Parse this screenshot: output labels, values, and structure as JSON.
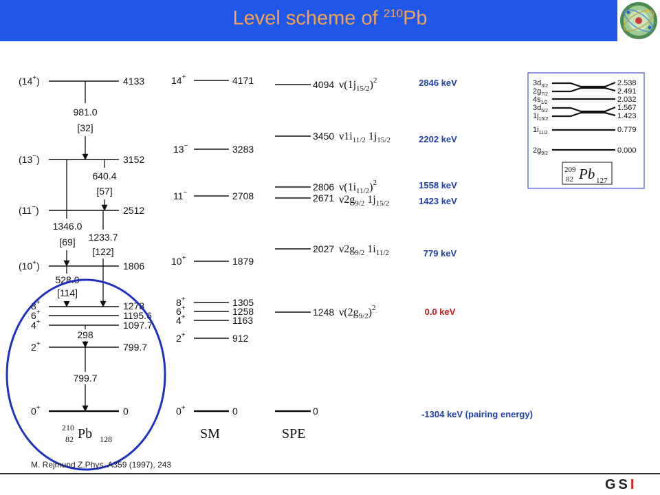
{
  "title": {
    "main": "Level scheme of ",
    "mass": "210",
    "element": "Pb"
  },
  "citation": "M. Rejmund Z.Phys. A359 (1997), 243",
  "colors": {
    "header": "#1f57e8",
    "title": "#f6a24f",
    "blue_energy": "#1d3fa8",
    "red_energy": "#c81515",
    "circle": "#1d2fc4"
  },
  "experiment": {
    "levels": [
      {
        "spin": "(14",
        "parity": "+",
        "close": ")",
        "energy": "4133"
      },
      {
        "spin": "(13",
        "parity": "−",
        "close": ")",
        "energy": "3152"
      },
      {
        "spin": "(11",
        "parity": "−",
        "close": ")",
        "energy": "2512"
      },
      {
        "spin": "(10",
        "parity": "+",
        "close": ")",
        "energy": "1806"
      },
      {
        "spin": "8",
        "parity": "+",
        "close": "",
        "energy": "1278"
      },
      {
        "spin": "6",
        "parity": "+",
        "close": "",
        "energy": "1195.6"
      },
      {
        "spin": "4",
        "parity": "+",
        "close": "",
        "energy": "1097.7"
      },
      {
        "spin": "2",
        "parity": "+",
        "close": "",
        "energy": "799.7"
      },
      {
        "spin": "0",
        "parity": "+",
        "close": "",
        "energy": "0"
      }
    ],
    "transitions": [
      {
        "energy": "981.0",
        "intensity": "[32]"
      },
      {
        "energy": "640.4",
        "intensity": "[57]"
      },
      {
        "energy": "1346.0",
        "intensity": "[69]"
      },
      {
        "energy": "1233.7",
        "intensity": "[122]"
      },
      {
        "energy": "528.0",
        "intensity": "[114]"
      },
      {
        "energy": "298",
        "intensity": ""
      },
      {
        "energy": "799.7",
        "intensity": ""
      }
    ],
    "nucleus": {
      "mass": "210",
      "z": "82",
      "element": "Pb",
      "n": "128"
    }
  },
  "sm": {
    "label": "SM",
    "levels": [
      {
        "spin": "14",
        "parity": "+",
        "energy": "4171"
      },
      {
        "spin": "13",
        "parity": "−",
        "energy": "3283"
      },
      {
        "spin": "11",
        "parity": "−",
        "energy": "2708"
      },
      {
        "spin": "10",
        "parity": "+",
        "energy": "1879"
      },
      {
        "spin": "8",
        "parity": "+",
        "energy": "1305"
      },
      {
        "spin": "6",
        "parity": "+",
        "energy": "1258"
      },
      {
        "spin": "4",
        "parity": "+",
        "energy": "1163"
      },
      {
        "spin": "2",
        "parity": "+",
        "energy": "912"
      },
      {
        "spin": "0",
        "parity": "+",
        "energy": "0"
      }
    ]
  },
  "spe": {
    "label": "SPE",
    "levels": [
      {
        "energy": "4094",
        "config": "ν(1j",
        "sub": "15/2",
        "sup": "2",
        "tail": ")",
        "tail2": ""
      },
      {
        "energy": "3450",
        "config": "ν1i",
        "sub": "11/2",
        "sup": "",
        "tail": " 1j",
        "tail2": "15/2"
      },
      {
        "energy": "2806",
        "config": "ν(1i",
        "sub": "11/2",
        "sup": "2",
        "tail": ")",
        "tail2": ""
      },
      {
        "energy": "2671",
        "config": "ν2g",
        "sub": "9/2",
        "sup": "",
        "tail": " 1j",
        "tail2": "15/2"
      },
      {
        "energy": "2027",
        "config": "ν2g",
        "sub": "9/2",
        "sup": "",
        "tail": " 1i",
        "tail2": "11/2"
      },
      {
        "energy": "1248",
        "config": "ν(2g",
        "sub": "9/2",
        "sup": "2",
        "tail": ")",
        "tail2": ""
      },
      {
        "energy": "0",
        "config": "",
        "sub": "",
        "sup": "",
        "tail": "",
        "tail2": ""
      }
    ]
  },
  "energies": [
    {
      "text": "2846 keV",
      "color": "blue"
    },
    {
      "text": "2202 keV",
      "color": "blue"
    },
    {
      "text": "1558 keV",
      "color": "blue"
    },
    {
      "text": "1423 keV",
      "color": "blue"
    },
    {
      "text": "779 keV",
      "color": "blue"
    },
    {
      "text": "0.0 keV",
      "color": "red"
    },
    {
      "text": "-1304 keV (pairing energy)",
      "color": "blue"
    }
  ],
  "inset": {
    "orbitals": [
      {
        "n": "3d",
        "j": "3/2",
        "energy": "2.538"
      },
      {
        "n": "2g",
        "j": "7/2",
        "energy": "2.491"
      },
      {
        "n": "4s",
        "j": "1/2",
        "energy": "2.032"
      },
      {
        "n": "3d",
        "j": "5/2",
        "energy": "1.567"
      },
      {
        "n": "1j",
        "j": "15/2",
        "energy": "1.423"
      },
      {
        "n": "1i",
        "j": "11/2",
        "energy": "0.779"
      },
      {
        "n": "2g",
        "j": "9/2",
        "energy": "0.000"
      }
    ],
    "nucleus": {
      "mass": "209",
      "z": "82",
      "element": "Pb",
      "n": "127"
    }
  }
}
